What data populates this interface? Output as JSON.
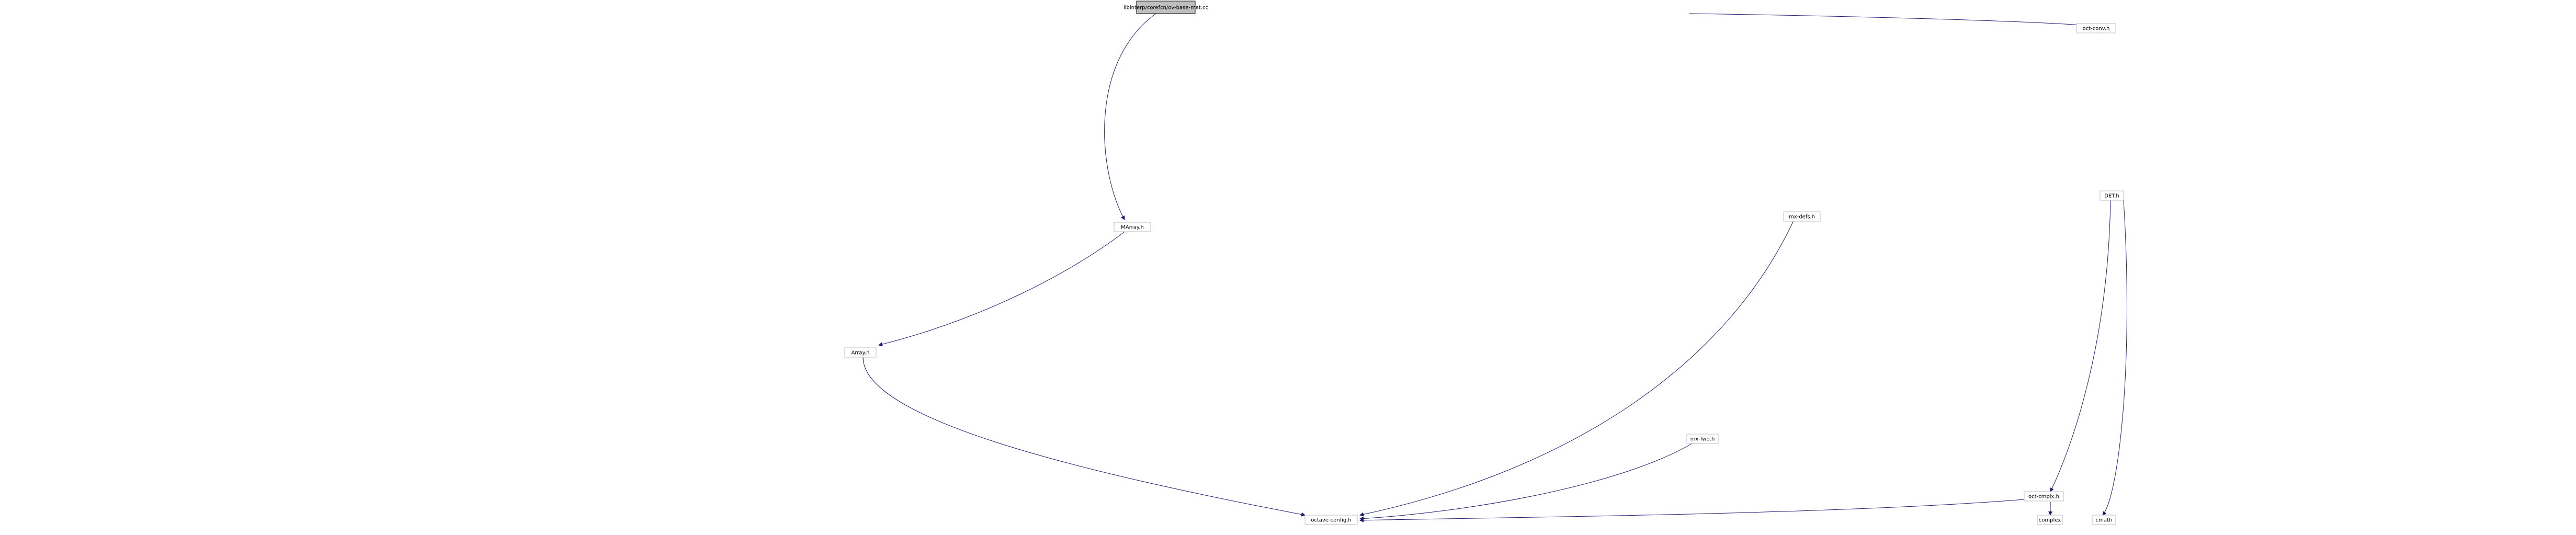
{
  "graph": {
    "title": "",
    "nodes": [
      {
        "id": "root",
        "label": [
          "libinterp/corefcn/ov-base-mat.cc"
        ],
        "root": true
      },
      {
        "id": "octave_config",
        "label": [
          "octave-config.h"
        ]
      },
      {
        "id": "cmath",
        "label": [
          "cmath"
        ]
      },
      {
        "id": "complex",
        "label": [
          "complex"
        ]
      },
      {
        "id": "oct_cmplx",
        "label": [
          "oct-cmplx.h"
        ]
      },
      {
        "id": "mx_defs",
        "label": [
          "mx-defs.h"
        ]
      },
      {
        "id": "DET",
        "label": [
          "DET.h"
        ]
      },
      {
        "id": "MArray",
        "label": [
          "MArray.h"
        ]
      },
      {
        "id": "Array",
        "label": [
          "Array.h"
        ]
      },
      {
        "id": "oct_conv",
        "label": [
          "oct-conv.h"
        ]
      },
      {
        "id": "mx_fwd",
        "label": [
          "mx-fwd.h"
        ]
      }
    ]
  }
}
